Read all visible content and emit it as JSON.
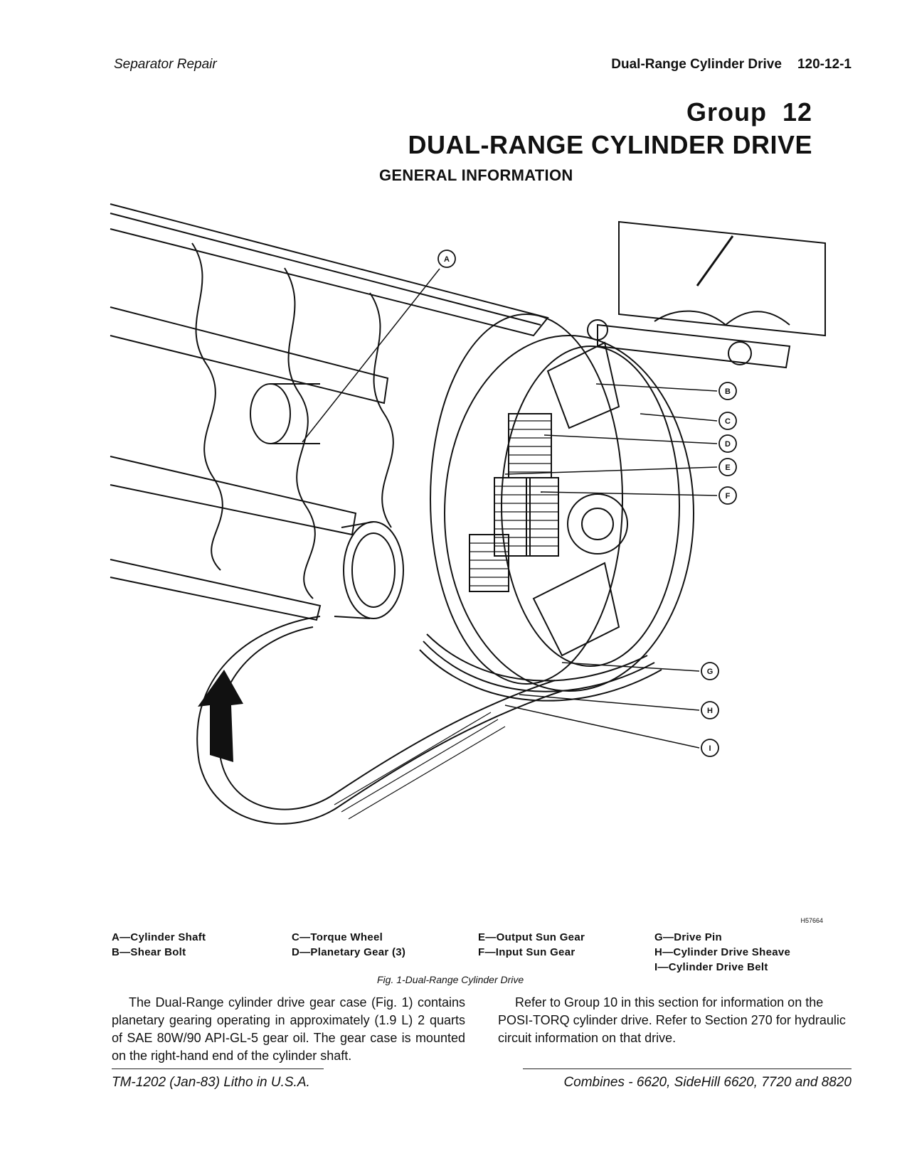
{
  "header": {
    "left": "Separator Repair",
    "section_title": "Dual-Range Cylinder Drive",
    "page_number": "120-12-1"
  },
  "group_label": "Group  12",
  "title": "DUAL-RANGE CYLINDER DRIVE",
  "subtitle": "GENERAL INFORMATION",
  "figure": {
    "code": "H57664",
    "callouts": [
      "A",
      "B",
      "C",
      "D",
      "E",
      "F",
      "G",
      "H",
      "I"
    ],
    "caption": "Fig. 1-Dual-Range Cylinder Drive"
  },
  "legend": {
    "col1": [
      "A—Cylinder Shaft",
      "B—Shear Bolt"
    ],
    "col2": [
      "C—Torque Wheel",
      "D—Planetary Gear (3)"
    ],
    "col3": [
      "E—Output Sun Gear",
      "F—Input Sun Gear"
    ],
    "col4": [
      "G—Drive Pin",
      "H—Cylinder Drive Sheave",
      "I—Cylinder Drive Belt"
    ]
  },
  "body": {
    "left_paragraph": "The Dual-Range cylinder drive gear case (Fig. 1) contains planetary gearing operating in approximately (1.9 L) 2 quarts of SAE 80W/90 API-GL-5 gear oil. The gear case is mounted on the right-hand end of the cylinder shaft.",
    "right_paragraph": "Refer to Group 10 in this section for information on the POSI-TORQ cylinder drive. Refer to Section 270 for hydraulic circuit information on that drive."
  },
  "footer": {
    "left": "TM-1202 (Jan-83) Litho in U.S.A.",
    "right": "Combines  -  6620, SideHill 6620, 7720 and 8820"
  }
}
